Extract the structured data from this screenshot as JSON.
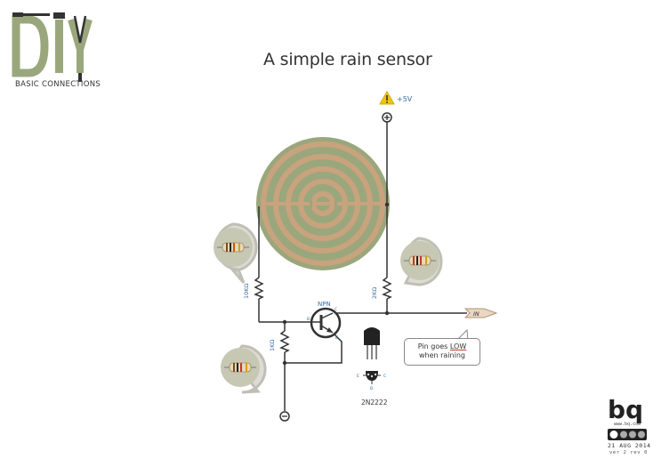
{
  "logo": {
    "text": "DIY",
    "subtitle": "BASIC CONNECTIONS"
  },
  "title": "A simple rain sensor",
  "labels": {
    "vcc": "+5V",
    "transistor_type": "NPN",
    "pin_b": "B",
    "pin_c": "C",
    "pin_e": "E",
    "r_top_left": "10KΩ",
    "r_top_right": "2KΩ",
    "r_bottom": "1KΩ",
    "output": "IN",
    "part": "2N2222",
    "pkg_e": "E",
    "pkg_c": "C",
    "pkg_b": "B"
  },
  "note": {
    "pre": "Pin goes ",
    "emph": "LOW",
    "post": " when raining"
  },
  "brand": {
    "name": "bq",
    "url": "www.bq.com",
    "date": "21 AUG 2014",
    "version": "ver 2 rev 0"
  },
  "colors": {
    "board": "#9aa77c",
    "trace": "#c9a27e",
    "wire": "#333333",
    "warning": "#f1c40f",
    "bubble": "#dcdcd4"
  }
}
